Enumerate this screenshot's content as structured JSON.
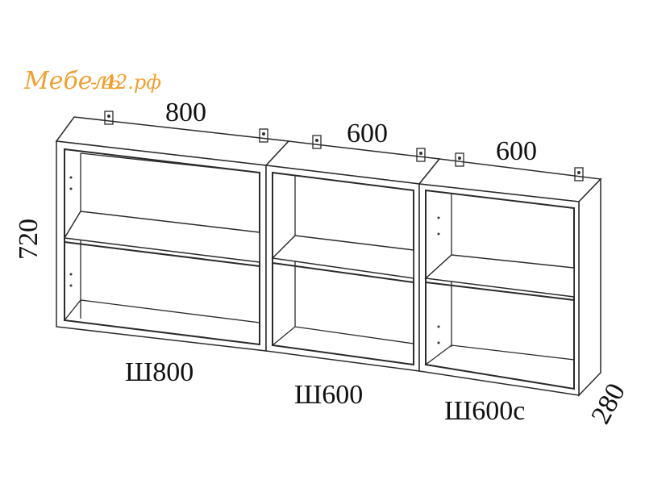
{
  "logo": {
    "brand": "Мебель",
    "suffix": " - 42.рф",
    "color": "#f0a030"
  },
  "dimensions": {
    "width_left": "800",
    "width_middle": "600",
    "width_right": "600",
    "height": "720",
    "depth": "280"
  },
  "modules": {
    "left": "Ш800",
    "middle": "Ш600",
    "right": "Ш600с"
  }
}
